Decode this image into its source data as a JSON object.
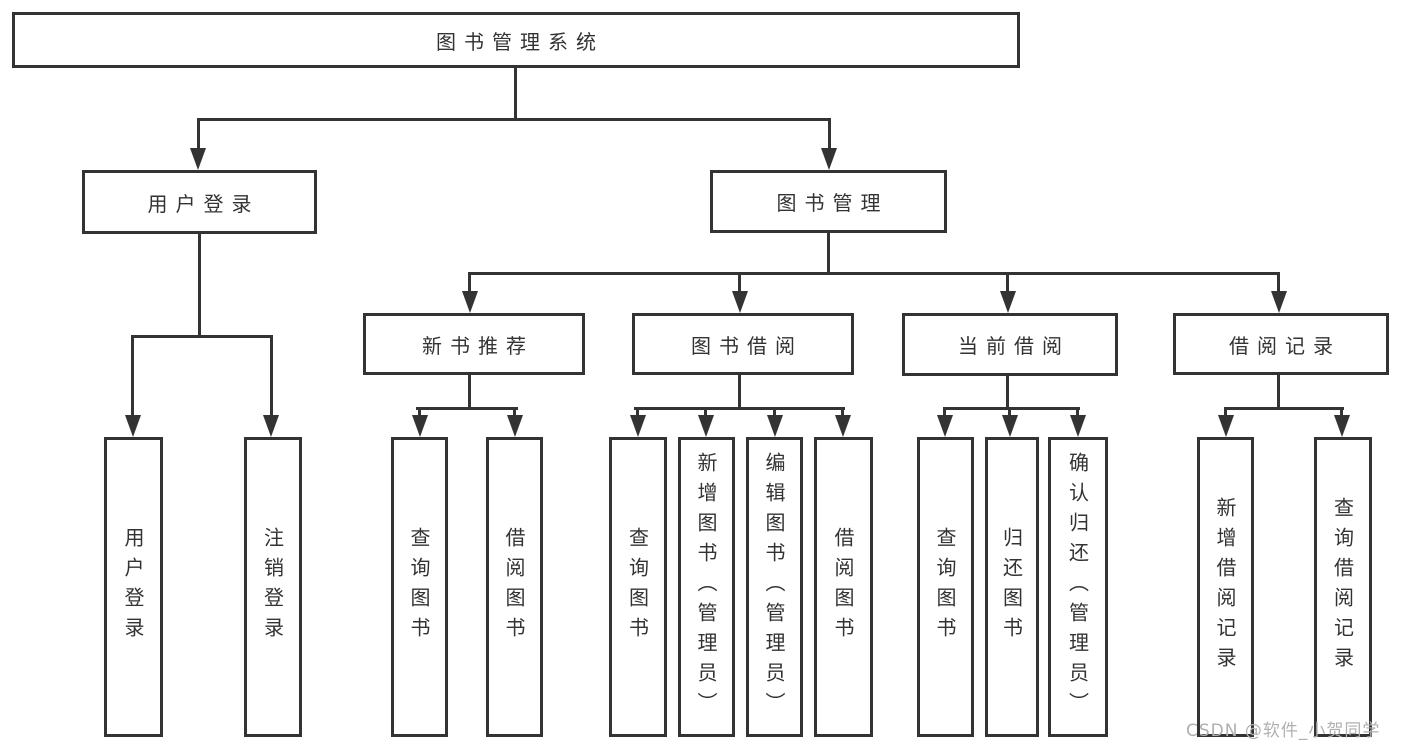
{
  "diagram_type": "functional-structure-tree",
  "tree": {
    "label": "图书管理系统",
    "children": [
      {
        "label": "用户登录",
        "children": [
          {
            "label": "用户登录"
          },
          {
            "label": "注销登录"
          }
        ]
      },
      {
        "label": "图书管理",
        "children": [
          {
            "label": "新书推荐",
            "children": [
              {
                "label": "查询图书"
              },
              {
                "label": "借阅图书"
              }
            ]
          },
          {
            "label": "图书借阅",
            "children": [
              {
                "label": "查询图书"
              },
              {
                "label": "新增图书（管理员）"
              },
              {
                "label": "编辑图书（管理员）"
              },
              {
                "label": "借阅图书"
              }
            ]
          },
          {
            "label": "当前借阅",
            "children": [
              {
                "label": "查询图书"
              },
              {
                "label": "归还图书"
              },
              {
                "label": "确认归还（管理员）"
              }
            ]
          },
          {
            "label": "借阅记录",
            "children": [
              {
                "label": "新增借阅记录"
              },
              {
                "label": "查询借阅记录"
              }
            ]
          }
        ]
      }
    ]
  },
  "watermark": {
    "text": "CSDN @软件_小贺同学"
  },
  "colors": {
    "line": "#333333",
    "box_border": "#333333",
    "text": "#333333",
    "watermark": "#b0b0b0",
    "background": "#ffffff"
  }
}
